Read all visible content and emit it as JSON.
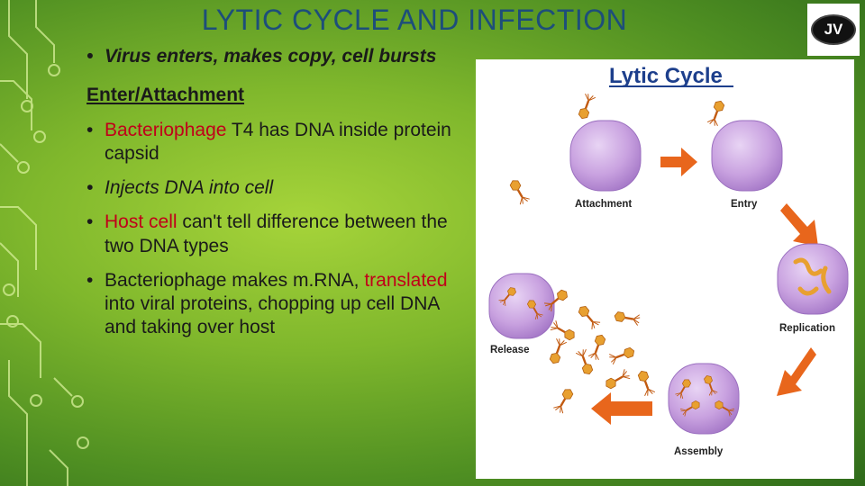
{
  "slide": {
    "title": "LYTIC CYCLE AND INFECTION",
    "logo_text": "JV"
  },
  "bullets": {
    "b1": "Virus enters, makes copy, cell bursts",
    "heading": "Enter/Attachment",
    "b2_red": "Bacteriophage",
    "b2_rest": " T4 has DNA inside protein capsid",
    "b3": "Injects DNA into cell",
    "b4_red": "Host cell",
    "b4_rest": " can't tell difference between the two DNA types",
    "b5_a": "Bacteriophage makes m.RNA,",
    "b5_red": "translated",
    "b5_rest": " into viral proteins, chopping up cell DNA and taking over host"
  },
  "diagram": {
    "title": "Lytic Cycle",
    "stages": {
      "attachment": "Attachment",
      "entry": "Entry",
      "replication": "Replication",
      "assembly": "Assembly",
      "release": "Release"
    }
  },
  "colors": {
    "title": "#1d4e7a",
    "accent_red": "#c0001a",
    "diagram_title": "#1d3f8c",
    "cell": "#c9a2e0",
    "arrow": "#e8661c"
  }
}
